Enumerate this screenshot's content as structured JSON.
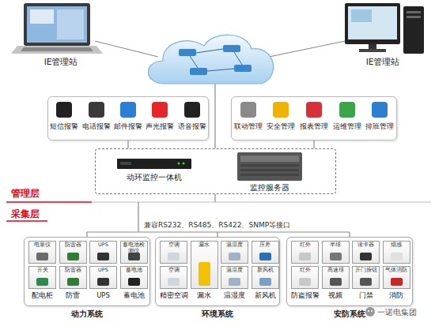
{
  "diagram": {
    "nodes": [
      {
        "text": [
          "IE管理站"
        ]
      },
      {
        "text": [
          "IE管理站"
        ]
      },
      {
        "text": [
          "短信报警",
          "电话报警",
          "邮件报警",
          "声光报警",
          "语音报警"
        ]
      },
      {
        "text": [
          "联动管理",
          "安全管理",
          "报表管理",
          "运维管理",
          "排班管理"
        ]
      },
      {
        "text": [
          "动环监控一体机",
          "监控服务器"
        ]
      },
      {
        "text": [
          "动力系统"
        ]
      },
      {
        "text": [
          "电量仪",
          "开关",
          "配电柜"
        ],
        "in": 5
      },
      {
        "text": [
          "防雷器",
          "防雷器",
          "防雷"
        ],
        "in": 5
      },
      {
        "text": [
          "UPS",
          "UPS",
          "UPS"
        ],
        "in": 5
      },
      {
        "text": [
          "蓄电池检测仪",
          "蓄电池",
          "蓄电池"
        ],
        "in": 5
      },
      {
        "text": [
          "环境系统"
        ]
      },
      {
        "text": [
          "空调",
          "空调",
          "精密空调"
        ],
        "in": 10
      },
      {
        "text": [
          "漏水",
          "漏水"
        ],
        "in": 10
      },
      {
        "text": [
          "温湿度",
          "温湿度",
          "温湿度"
        ],
        "in": 10
      },
      {
        "text": [
          "压差",
          "新风机",
          "新风机"
        ],
        "in": 10
      },
      {
        "text": [
          "安防系统"
        ]
      },
      {
        "text": [
          "红外",
          "红外",
          "防盗报警"
        ],
        "in": 15
      },
      {
        "text": [
          "半球",
          "高速球",
          "视频"
        ],
        "in": 15
      },
      {
        "text": [
          "读卡器",
          "开门按钮",
          "门禁"
        ],
        "in": 15
      },
      {
        "text": [
          "烟感",
          "气体消防",
          "消防"
        ],
        "in": 15
      }
    ],
    "edges": [
      {
        "from": 2,
        "to": 4,
        "arrow": "none"
      },
      {
        "from": 3,
        "to": 4,
        "arrow": "none"
      }
    ],
    "labels": [
      "管理层",
      "采集层",
      "兼容RS232、RS485、RS422、SNMP等接口",
      "一诺电集团"
    ]
  }
}
